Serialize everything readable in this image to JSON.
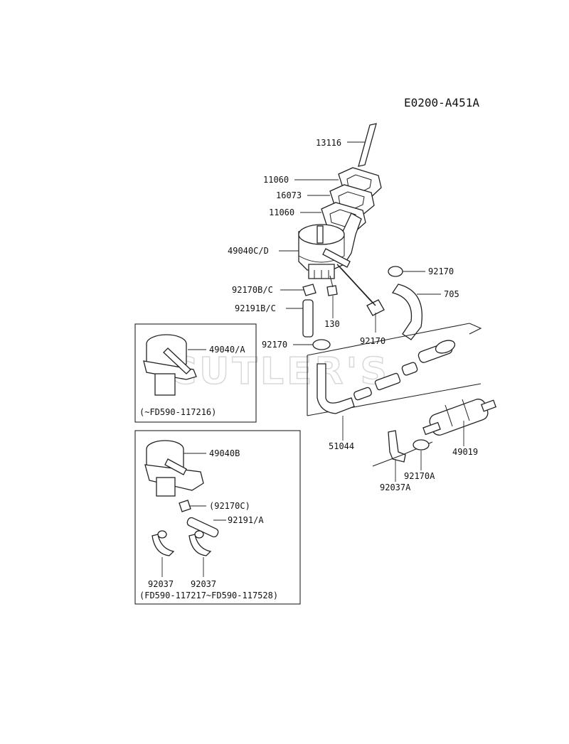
{
  "diagram_code": "E0200-A451A",
  "watermark": "CUTLER'S",
  "parts": {
    "p13116": "13116",
    "p11060_top": "11060",
    "p16073": "16073",
    "p11060_bottom": "11060",
    "p49040CD": "49040C/D",
    "p92170BC": "92170B/C",
    "p92191BC": "92191B/C",
    "p130": "130",
    "p92170_left": "92170",
    "p92170_top_right": "92170",
    "p705": "705",
    "p92170_mid_right": "92170",
    "p51044": "51044",
    "p49019": "49019",
    "p92037A": "92037A",
    "p92170A": "92170A",
    "p49040A": "49040/A",
    "p49040B": "49040B",
    "p92170C": "(92170C)",
    "p92191A": "92191/A",
    "p92037_left": "92037",
    "p92037_right": "92037"
  },
  "insets": {
    "box1_caption": "(~FD590-117216)",
    "box2_caption": "(FD590-117217~FD590-117528)"
  }
}
